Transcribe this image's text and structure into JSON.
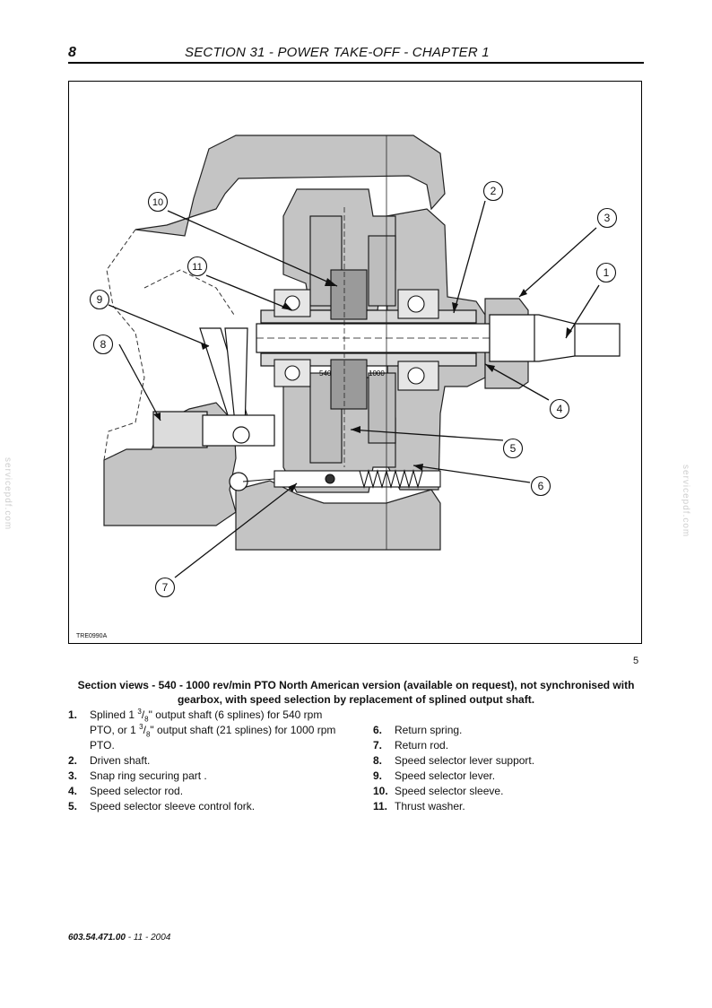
{
  "header": {
    "page_number": "8",
    "title": "SECTION 31 - POWER TAKE-OFF - CHAPTER 1"
  },
  "figure": {
    "reference": "TRE0990A",
    "number": "5",
    "callouts": [
      "1",
      "2",
      "3",
      "4",
      "5",
      "6",
      "7",
      "8",
      "9",
      "10",
      "11"
    ],
    "gear_labels": [
      "540",
      "1000"
    ]
  },
  "caption": "Section views - 540 - 1000 rev/min PTO North American version (available on request), not synchronised with gearbox, with speed selection by replacement of splined output shaft.",
  "legend": {
    "left": [
      {
        "num": "1.",
        "text_a": "Splined 1 ",
        "sup_a": "3",
        "slash_a": "/",
        "sub_a": "8",
        "text_b": "\" output shaft (6 splines) for 540 rpm PTO, or 1 ",
        "sup_b": "3",
        "slash_b": "/",
        "sub_b": "8",
        "text_c": "\" output shaft (21 splines) for 1000 rpm PTO."
      },
      {
        "num": "2.",
        "text": "Driven shaft."
      },
      {
        "num": "3.",
        "text": "Snap ring securing part ."
      },
      {
        "num": "4.",
        "text": "Speed selector rod."
      },
      {
        "num": "5.",
        "text": "Speed selector sleeve control fork."
      }
    ],
    "right": [
      {
        "num": "6.",
        "text": "Return spring."
      },
      {
        "num": "7.",
        "text": "Return rod."
      },
      {
        "num": "8.",
        "text": "Speed selector lever support."
      },
      {
        "num": "9.",
        "text": "Speed selector lever."
      },
      {
        "num": "10.",
        "text": "Speed selector sleeve."
      },
      {
        "num": "11.",
        "text": "Thrust washer."
      }
    ]
  },
  "watermark": "servicepdf.com",
  "footer": {
    "code": "603.54.471.00",
    "date": " - 11 - 2004"
  }
}
